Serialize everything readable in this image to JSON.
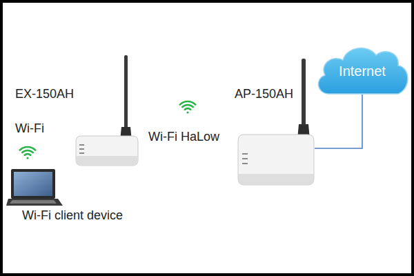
{
  "diagram": {
    "nodes": [
      {
        "text": [
          "EX-150AH"
        ]
      },
      {
        "text": [
          "Wi-Fi client device"
        ]
      },
      {
        "text": [
          "AP-150AH"
        ]
      },
      {
        "text": [
          "Internet"
        ]
      }
    ],
    "edges": [
      {
        "from": 2,
        "to": 3,
        "arrow": "none"
      }
    ],
    "labels": [
      "Wi-Fi",
      "Wi-Fi HaLow"
    ]
  }
}
